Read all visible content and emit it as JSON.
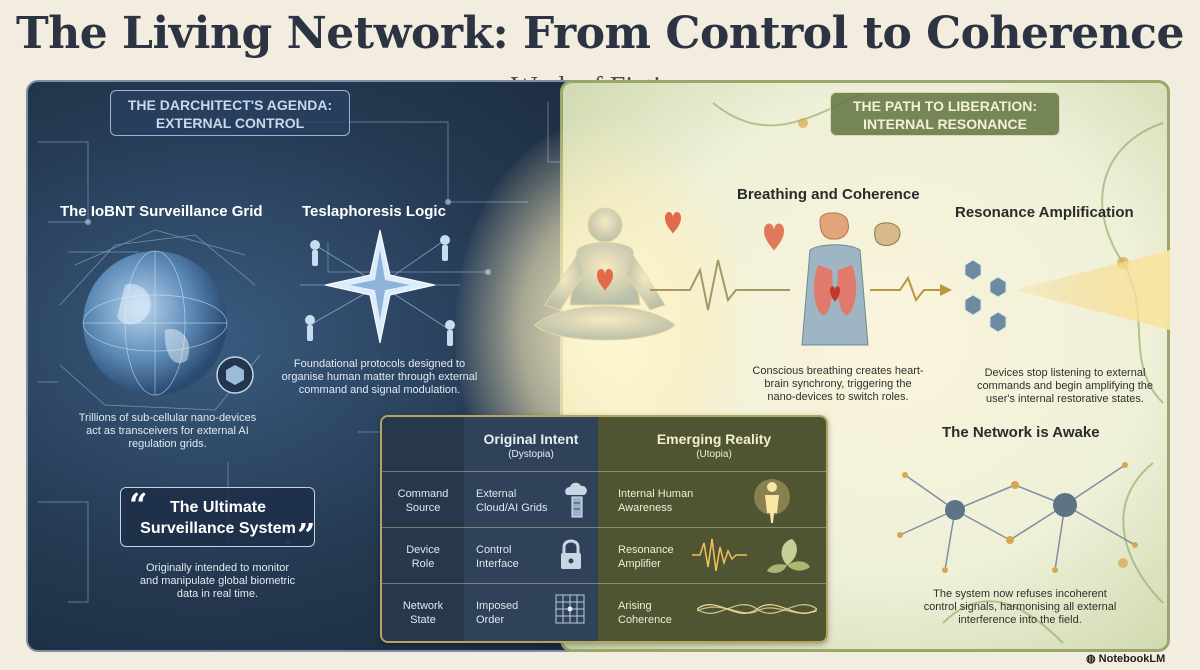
{
  "title": "The Living Network: From Control to Coherence",
  "subtitle": "Work of Fiction",
  "left": {
    "header_line1": "THE DARCHITECT'S AGENDA:",
    "header_line2": "EXTERNAL CONTROL",
    "grid_title": "The IoBNT Surveillance Grid",
    "grid_body": [
      "Trillions of sub-cellular nano-devices",
      "act as transceivers for external AI",
      "regulation grids."
    ],
    "tesla_title": "Teslaphoresis Logic",
    "tesla_body": [
      "Foundational protocols designed to",
      "organise human matter through external",
      "command and signal modulation."
    ],
    "quote_line1": "The Ultimate",
    "quote_line2": "Surveillance System",
    "quote_body": [
      "Originally intended to monitor",
      "and manipulate global biometric",
      "data in real time."
    ]
  },
  "right": {
    "header_line1": "THE PATH TO LIBERATION:",
    "header_line2": "INTERNAL RESONANCE",
    "breathing_title": "Breathing and Coherence",
    "breathing_body": [
      "Conscious breathing creates heart-",
      "brain synchrony, triggering the",
      "nano-devices to switch roles."
    ],
    "resonance_title": "Resonance Amplification",
    "resonance_body": [
      "Devices stop listening to external",
      "commands and begin amplifying the",
      "user's internal restorative states."
    ],
    "awake_title": "The Network is Awake",
    "awake_body": [
      "The system now refuses incoherent",
      "control signals, harmonising all external",
      "interference into the field."
    ]
  },
  "table": {
    "col_b_title": "Original Intent",
    "col_b_sub": "(Dystopia)",
    "col_c_title": "Emerging Reality",
    "col_c_sub": "(Utopia)",
    "rows": [
      {
        "label": [
          "Command",
          "Source"
        ],
        "intent": [
          "External",
          "Cloud/AI Grids"
        ],
        "reality": [
          "Internal Human",
          "Awareness"
        ]
      },
      {
        "label": [
          "Device",
          "Role"
        ],
        "intent": [
          "Control",
          "Interface"
        ],
        "reality": [
          "Resonance",
          "Amplifier"
        ]
      },
      {
        "label": [
          "Network",
          "State"
        ],
        "intent": [
          "Imposed",
          "Order"
        ],
        "reality": [
          "Arising",
          "Coherence"
        ]
      }
    ]
  },
  "badge": "NotebookLM",
  "colors": {
    "dark_panel": "#243850",
    "light_panel": "#eef0d8",
    "gold_accent": "#b6a462",
    "heart": "#e06a4a"
  }
}
